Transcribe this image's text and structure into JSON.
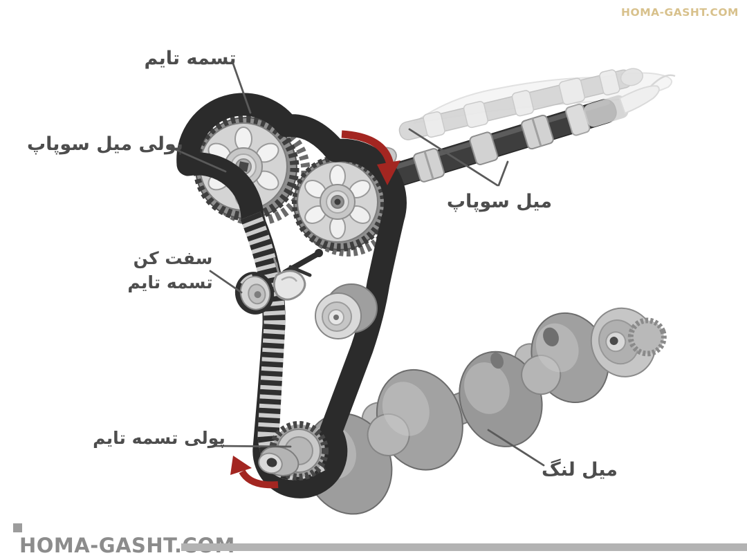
{
  "watermarks": {
    "top": "HOMA-GASHT.COM",
    "bottom": "HOMA-GASHT.COM"
  },
  "labels": {
    "timing_belt": "تسمه تایم",
    "camshaft_pulley": "پولی میل سوپاپ",
    "camshaft": "میل سوپاپ",
    "tensioner_line1": "سفت کن",
    "tensioner_line2": "تسمه تایم",
    "crank_timing_pulley": "پولی تسمه تایم",
    "crankshaft": "میل لنگ"
  },
  "colors": {
    "label_text": "#4d4d4d",
    "leader_line": "#5a5a5a",
    "rotation_arrow_red": "#a32621",
    "belt_dark": "#2b2b2b",
    "watermark_top_gold": "#d8c18c",
    "watermark_bottom_gray": "#8c8c8c",
    "watermark_bar_gray": "#b3b3b3"
  }
}
